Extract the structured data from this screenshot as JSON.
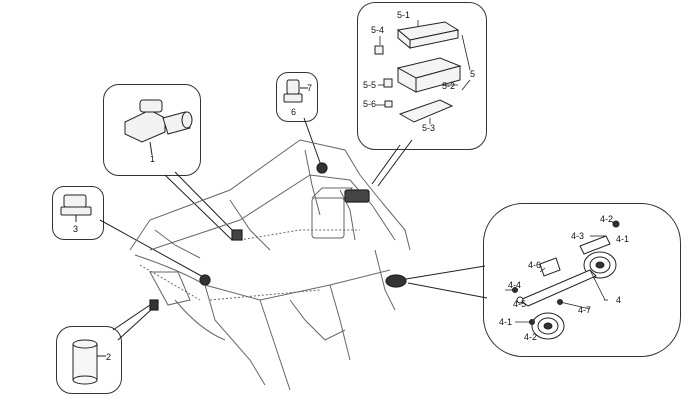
{
  "diagram": {
    "labels": {
      "motor": "1",
      "cylinder": "2",
      "relay": "3",
      "connector_a": "7",
      "connector_b": "6",
      "fusebox": {
        "cover": "5-1",
        "item_5_4": "5-4",
        "item_5_5": "5-5",
        "item_5_6": "5-6",
        "base": "5-2",
        "tray": "5-3",
        "group": "5"
      },
      "horn": {
        "h4_2_top": "4-2",
        "h4_1_top": "4-1",
        "h4_3": "4-3",
        "h4_6": "4-6",
        "h4_4": "4-4",
        "h4_5": "4-5",
        "h4_7": "4-7",
        "h4_1_bottom": "4-1",
        "h4_2_bottom": "4-2",
        "group": "4"
      }
    }
  }
}
